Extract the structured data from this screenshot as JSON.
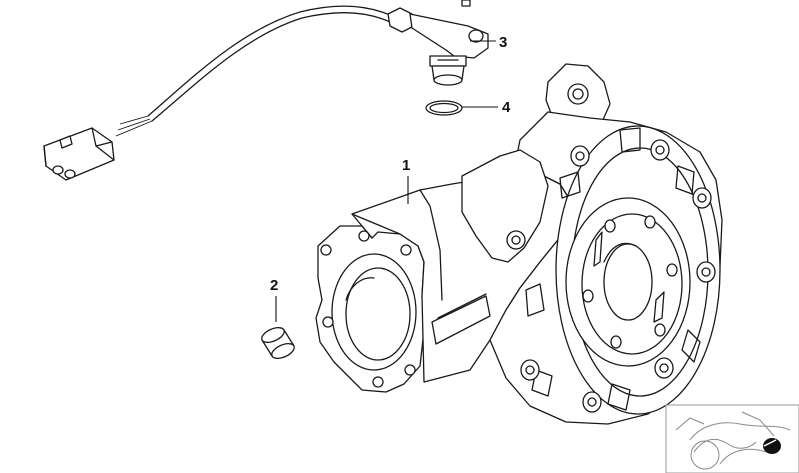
{
  "diagram": {
    "callouts": [
      {
        "id": "1",
        "label": "1"
      },
      {
        "id": "2",
        "label": "2"
      },
      {
        "id": "3",
        "label": "3"
      },
      {
        "id": "4",
        "label": "4"
      }
    ]
  },
  "thumbnail": {
    "icon": "motorcycle-locator-icon"
  }
}
